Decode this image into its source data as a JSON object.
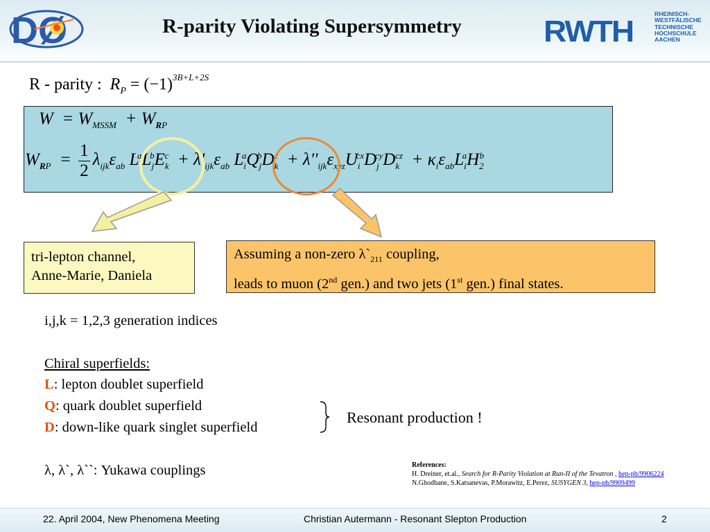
{
  "header": {
    "title": "R-parity Violating Supersymmetry",
    "logo_left_text": "DØ",
    "logo_right_text": "RWTH",
    "logo_right_sub": [
      "RHEINISCH-",
      "WESTFÄLISCHE",
      "TECHNISCHE",
      "HOCHSCHULE",
      "AACHEN"
    ]
  },
  "rparity": {
    "label": "R - parity :",
    "lhs": "R",
    "lhs_sub": "P",
    "rhs": "= (−1)",
    "exponent": "3B+L+2S"
  },
  "equation": {
    "line1": "W = W_MSSM + W_RP",
    "line2": "W_RP = 1/2 λ_ijk ε_ab L_i^a L_j^b E_k^c + λ'_ijk ε_ab L_i^a Q_j^b D_k^c + λ''_ijk ε_xyz U_i^cx D_j^cy D_k^cz + κ_i ε_ab L_i^a H_2^b"
  },
  "callout_left": {
    "line1": "tri-lepton channel,",
    "line2": "Anne-Marie, Daniela"
  },
  "callout_right": {
    "line1_pre": "Assuming a non-zero λ`",
    "line1_sub": "211",
    "line1_post": " coupling,",
    "line2_a": "leads to muon (2",
    "line2_sup1": "nd",
    "line2_b": " gen.) and two jets (1",
    "line2_sup2": "st",
    "line2_c": " gen.) final states."
  },
  "content": {
    "indices": "i,j,k = 1,2,3 generation indices",
    "chiral_heading": "Chiral superfields:",
    "items": [
      {
        "key": "L",
        "text": ": lepton doublet superfield"
      },
      {
        "key": "Q",
        "text": ": quark doublet superfield"
      },
      {
        "key": "D",
        "text": ": down-like quark singlet superfield"
      }
    ],
    "resonant": "Resonant production !",
    "couplings": "λ, λ`, λ``: Yukawa couplings"
  },
  "references": {
    "heading": "References:",
    "ref1_authors": "H. Dreiner, et.al.,",
    "ref1_title": "Search for R-Parity Violation at Run-II of the Tevatron",
    "ref1_sep": " , ",
    "ref1_link": "hep-ph/9906224",
    "ref2_authors": "N.Ghodbane, S.Katsanevas, P.Morawitz, E.Perez,",
    "ref2_title": "SUSYGEN 3",
    "ref2_sep": ", ",
    "ref2_link": "hep-ph/9909499"
  },
  "footer": {
    "left": "22. April 2004, New Phenomena Meeting",
    "center": "Christian Autermann  -  Resonant Slepton Production",
    "page": "2"
  },
  "colors": {
    "equation_box": "#a9d8e2",
    "left_box": "#fbf8c0",
    "right_box": "#fbc469",
    "key_letter": "#dd5511",
    "rwth_blue": "#1f5ea8"
  }
}
